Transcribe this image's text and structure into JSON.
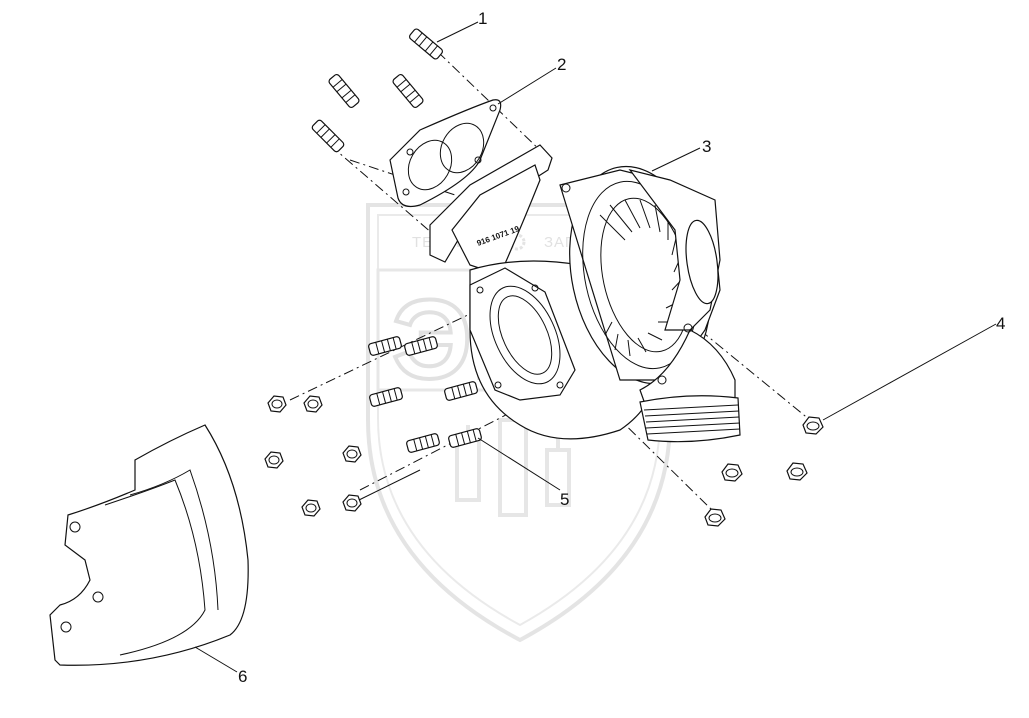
{
  "callouts": [
    "1",
    "2",
    "3",
    "4",
    "5",
    "6"
  ],
  "watermark": {
    "letters": "ЭПФ",
    "left_text": "ТЕХНИКА",
    "right_text": "ЗАПЧАСТИ"
  },
  "casting_mark": "916 1071 19"
}
